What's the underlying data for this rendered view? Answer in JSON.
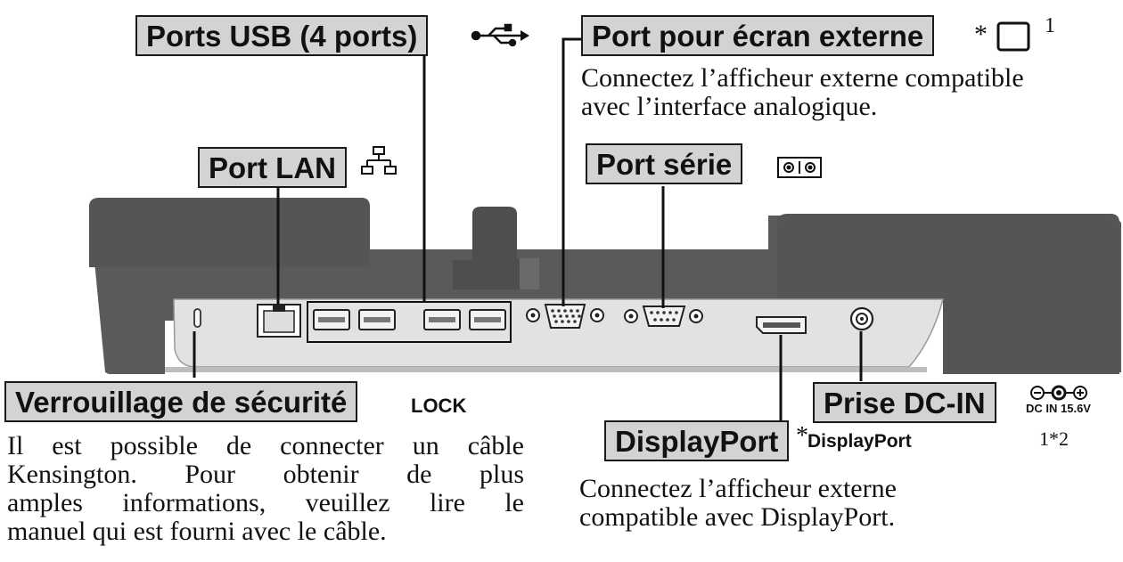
{
  "labels": {
    "usb": "Ports USB (4 ports)",
    "ext_display": "Port pour écran externe",
    "lan": "Port LAN",
    "serial": "Port série",
    "security": "Verrouillage de sécurité",
    "dcin": "Prise DC-IN",
    "displayport": "DisplayPort"
  },
  "notes": {
    "ext_display_asterisk": "*",
    "ext_display_footnote": "1",
    "displayport_asterisk": "*",
    "displayport_marking": "DisplayPort",
    "displayport_footnote": "1*2",
    "lock_marking": "LOCK",
    "dc_marking": "DC IN 15.6V"
  },
  "descriptions": {
    "ext_display": [
      "Connectez l’afficheur externe compatible",
      "avec l’interface analogique."
    ],
    "security": [
      "Il est possible de connecter un câble",
      "Kensington. Pour obtenir de plus",
      "amples informations, veuillez lire le",
      "manuel qui est fourni avec le câble."
    ],
    "displayport": [
      "Connectez l’afficheur externe",
      "compatible avec DisplayPort."
    ]
  },
  "icons": {
    "usb": "usb-icon",
    "monitor": "monitor-icon",
    "lan": "network-icon",
    "serial": "serial-port-icon",
    "dc_polarity": "dc-polarity-icon"
  },
  "colors": {
    "label_fill": "#d3d3d3",
    "body_dark": "#555555",
    "panel_light": "#e2e2e2"
  }
}
